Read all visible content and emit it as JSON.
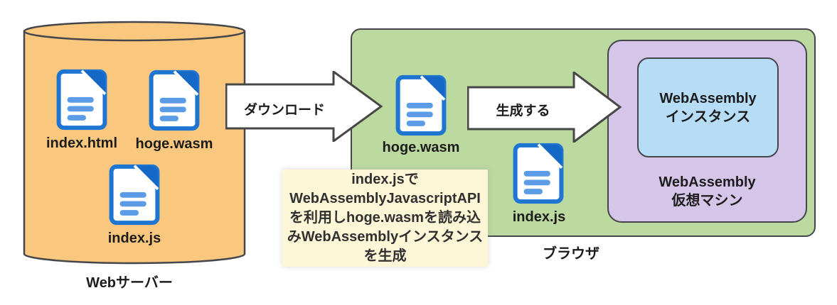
{
  "colors": {
    "server_fill": "#f9c87e",
    "browser_fill": "#bcd9a0",
    "vm_fill": "#d5c6e9",
    "instance_fill": "#b6dcf6",
    "note_fill": "#fdf6d7",
    "outline": "#45464b",
    "icon_border_blue": "#1e76d2",
    "icon_fold_blue": "#1668c6",
    "icon_line_blue": "#5c9ce6",
    "arrow_fill": "#ffffff",
    "arrow_outline": "#474747"
  },
  "server": {
    "label": "Webサーバー",
    "files": [
      {
        "label": "index.html"
      },
      {
        "label": "hoge.wasm"
      },
      {
        "label": "index.js"
      }
    ]
  },
  "arrows": [
    {
      "label": "ダウンロード"
    },
    {
      "label": "生成する"
    }
  ],
  "browser": {
    "label": "ブラウザ",
    "files": [
      {
        "label": "hoge.wasm"
      },
      {
        "label": "index.js"
      }
    ],
    "vm": {
      "line1": "WebAssembly",
      "line2": "仮想マシン",
      "instance": {
        "line1": "WebAssembly",
        "line2": "インスタンス"
      }
    }
  },
  "note": {
    "lines": [
      "index.jsで",
      "WebAssemblyJavascriptAPI",
      "を利用しhoge.wasmを読み込",
      "みWebAssemblyインスタンス",
      "を生成"
    ]
  }
}
